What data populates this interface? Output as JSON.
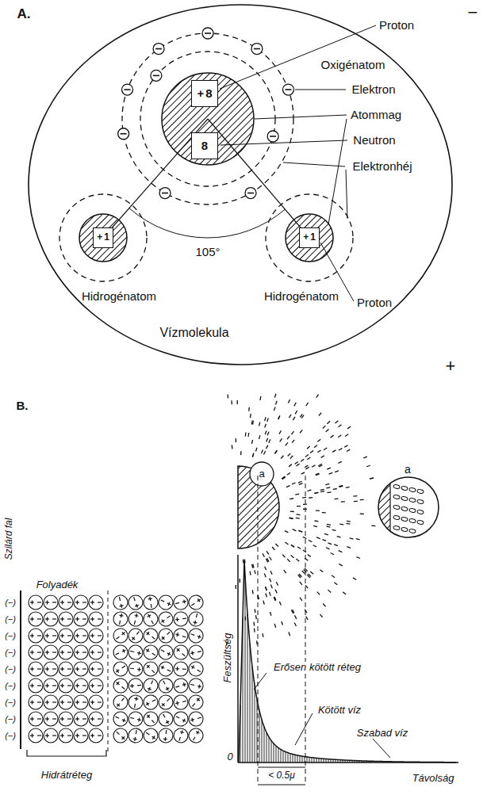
{
  "diagram": {
    "nodes": [
      {
        "text": [
          "Vízmolekula"
        ]
      },
      {
        "text": [
          "+",
          "8"
        ],
        "in": 0
      },
      {
        "text": [
          "8"
        ],
        "in": 0
      },
      {
        "text": [
          "+",
          "1"
        ],
        "in": 0
      },
      {
        "text": [
          "+",
          "1"
        ],
        "in": 0
      }
    ],
    "labels": [
      "A.",
      "−",
      "Proton",
      "Oxigénatom",
      "Elektron",
      "Atommag",
      "Neutron",
      "Elektronhéj",
      "105°",
      "Hidrogénatom",
      "Hidrogénatom",
      "Proton",
      "+",
      "B.",
      "a",
      "a",
      "Szilárd fal",
      "(−)",
      "(−)",
      "(−)",
      "(−)",
      "(−)",
      "(−)",
      "(−)",
      "(−)",
      "(−)",
      "Folyadék",
      "Hidrátréteg",
      "Feszültség",
      "Erősen kötött réteg",
      "Kötött víz",
      "Szabad víz",
      "0",
      "< 0.5μ",
      "Távolság"
    ]
  }
}
